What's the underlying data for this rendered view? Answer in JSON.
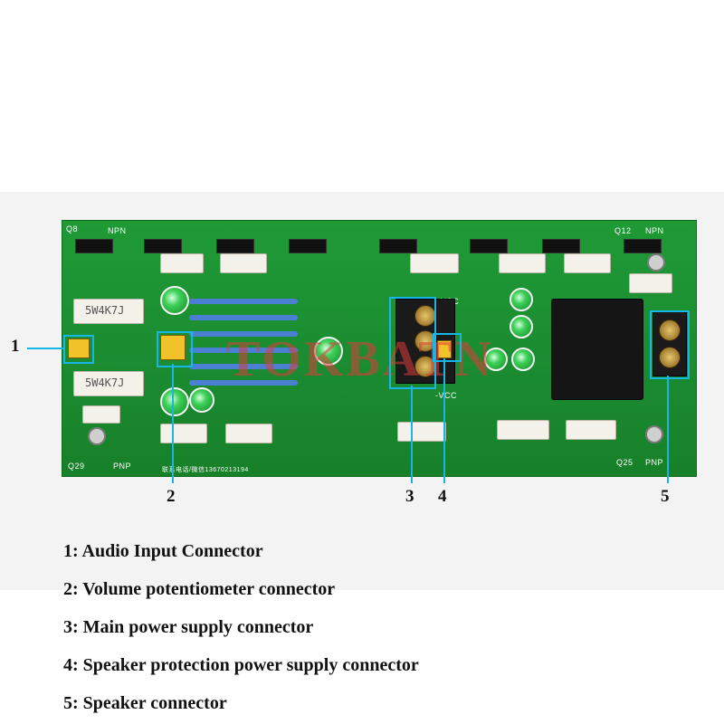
{
  "photo": {
    "board_texts": {
      "npn_left": "NPN",
      "npn_right": "NPN",
      "pnp_left": "PNP",
      "pnp_right": "PNP",
      "q8": "Q8",
      "q29": "Q29",
      "q12": "Q12",
      "q25": "Q25",
      "plus_vcc": "+VCC",
      "minus_vcc": "-VCC",
      "phone": "联系电话/微信13670213194"
    },
    "resistor_labels": {
      "upper": "5W4K7J",
      "lower": "5W4K7J"
    },
    "watermark": "TOKBATN"
  },
  "callouts": {
    "c1": "1",
    "c2": "2",
    "c3": "3",
    "c4": "4",
    "c5": "5"
  },
  "legend": [
    "1: Audio Input Connector",
    "2: Volume potentiometer connector",
    "3: Main power supply connector",
    "4: Speaker protection power supply connector",
    "5: Speaker connector"
  ],
  "colors": {
    "pcb_green": "#1b8c31",
    "highlight": "#18b6e6"
  }
}
